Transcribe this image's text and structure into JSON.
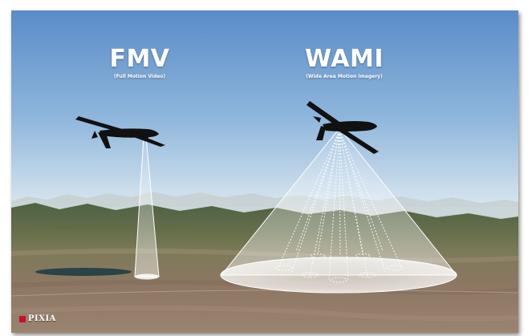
{
  "fmv": {
    "title": "FMV",
    "subtitle": "(Full Motion Video)"
  },
  "wami": {
    "title": "WAMI",
    "subtitle": "(Wide Area Motion Imagery)"
  },
  "logo": {
    "text": "PIXIA"
  },
  "colors": {
    "sky_top": "#5d8fc9",
    "sky_bottom": "#cde0ef",
    "ground": "#8d7661",
    "drone": "#111111",
    "beam": "#ffffff",
    "logo_accent": "#c8102e"
  },
  "icons": [
    "drone-icon",
    "sensor-beam-icon"
  ]
}
